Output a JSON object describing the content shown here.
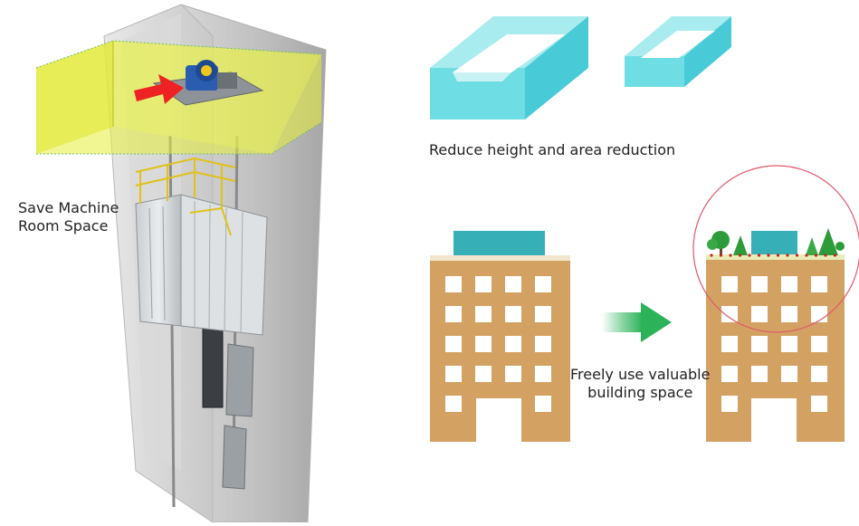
{
  "labels": {
    "save_machine_room": [
      "Save Machine",
      "Room Space"
    ],
    "reduce_height": "Reduce height and area reduction",
    "freely_use": [
      "Freely use valuable",
      "building space"
    ]
  },
  "colors": {
    "shaft_light": "#e4e4e4",
    "shaft_mid": "#c9c9c9",
    "shaft_dark": "#a8a8a8",
    "machine_room_zone": "#e6ef3a",
    "arrow_red": "#ee2222",
    "motor_blue": "#2a5db0",
    "box_cyan": "#5ad3dc",
    "box_cyan_light": "#a8ecef",
    "building_body": "#d3a263",
    "building_top_trim": "#f2e6cf",
    "rooftop_unit": "#36afb6",
    "window": "#ffffff",
    "flow_arrow": "#2cb35a",
    "highlight_circle": "#e05a6a",
    "tree_green": "#2e9b3a",
    "tree_trunk": "#6b4a2b",
    "rooftop_dots": "#cc2222"
  },
  "icons": {
    "elevator_shaft": "elevator-shaft-cutaway",
    "traction_machine": "traction-machine-icon",
    "red_arrow": "red-arrow-icon",
    "large_frame": "large-frame-box",
    "small_frame": "small-frame-box",
    "flow_arrow": "green-arrow-icon",
    "tree": "tree-icon"
  }
}
